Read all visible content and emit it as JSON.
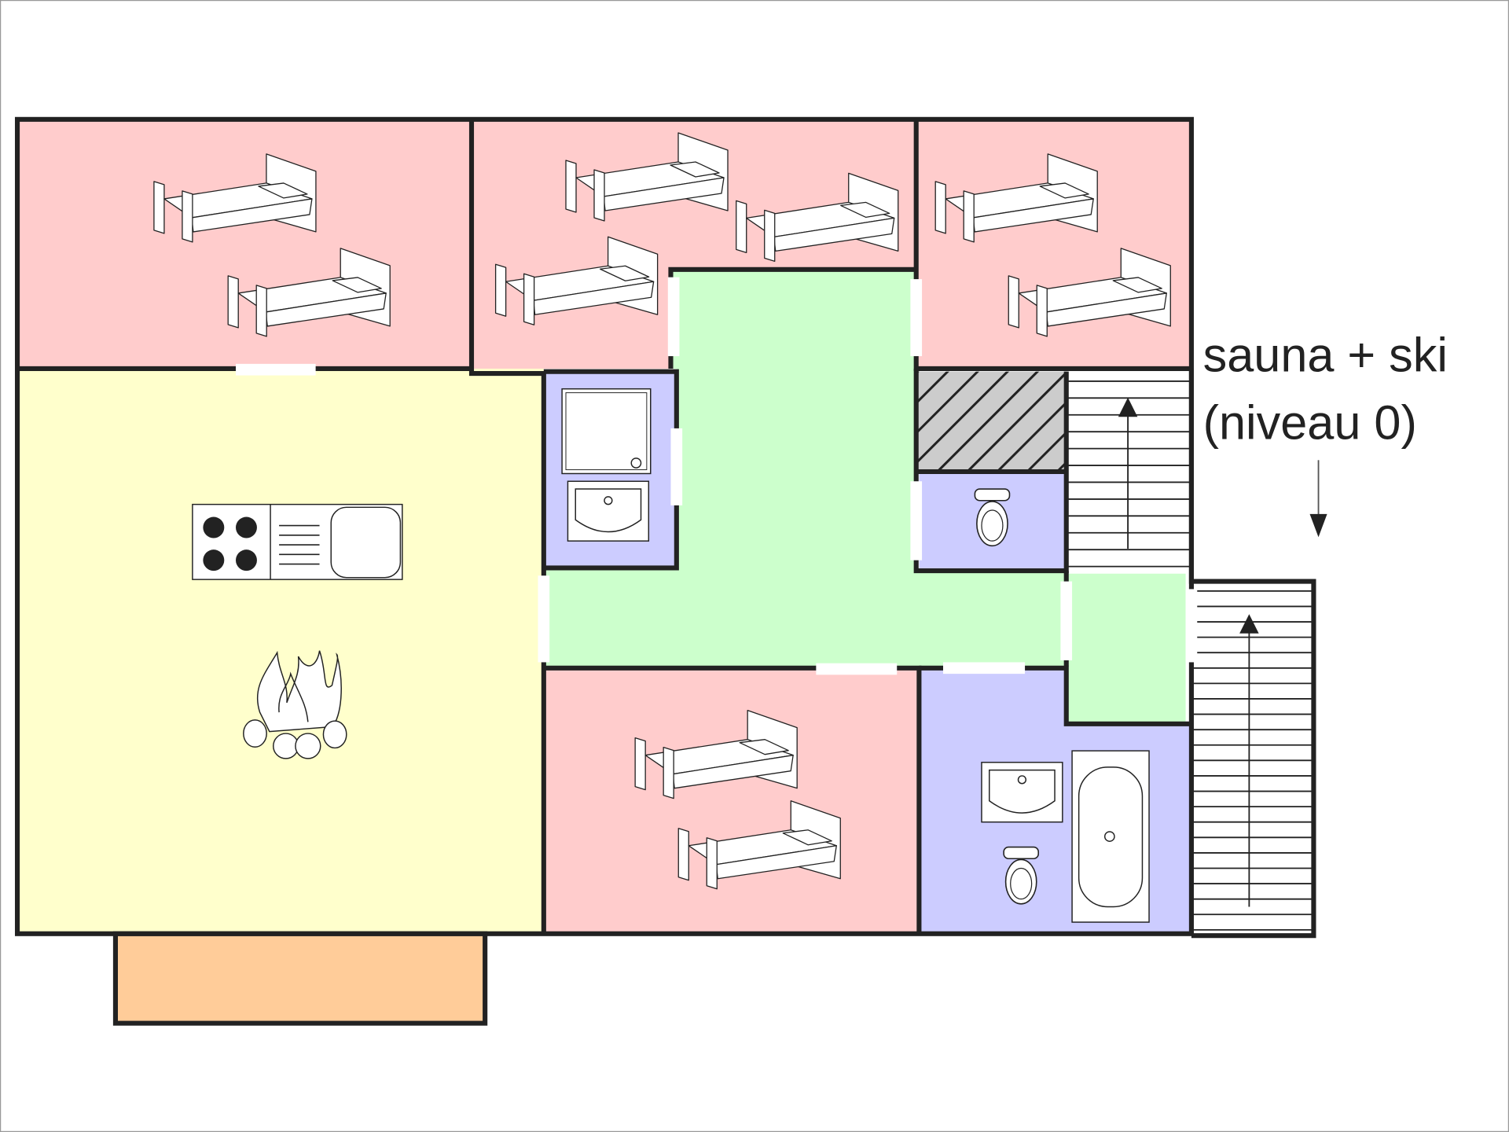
{
  "title": "Floor plan",
  "annotation": {
    "line1": "sauna + ski",
    "line2": "(niveau 0)"
  },
  "colors": {
    "bedroom": "#ffcccc",
    "living": "#ffffcc",
    "corridor": "#ccffcc",
    "bathroom": "#ccccff",
    "terrace": "#ffcc99",
    "wall": "#222222"
  },
  "rooms": [
    {
      "type": "bedroom",
      "beds": 2
    },
    {
      "type": "bedroom",
      "beds": 3
    },
    {
      "type": "bedroom",
      "beds": 2
    },
    {
      "type": "bedroom",
      "beds": 2
    },
    {
      "type": "living-kitchen"
    },
    {
      "type": "corridor"
    },
    {
      "type": "shower-room"
    },
    {
      "type": "wc"
    },
    {
      "type": "bathroom"
    },
    {
      "type": "storage-hatched"
    },
    {
      "type": "stairs"
    },
    {
      "type": "stairs"
    },
    {
      "type": "terrace"
    }
  ]
}
